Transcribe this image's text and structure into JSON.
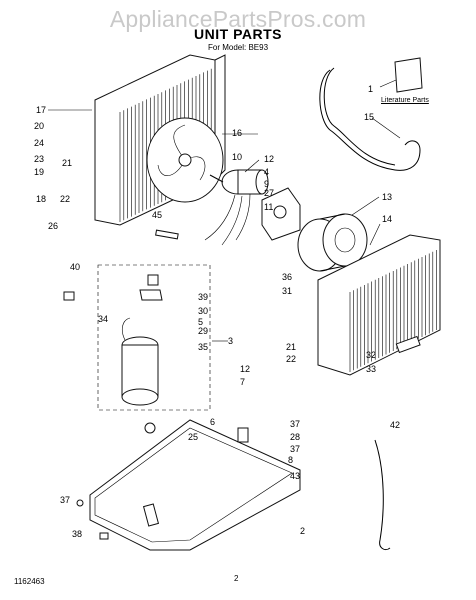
{
  "header": {
    "watermark": "AppliancePartsPros.com",
    "title": "UNIT PARTS",
    "model": "For Model: BE93"
  },
  "literature_label": "Literature Parts",
  "footer": {
    "doc_number": "1162463",
    "page_number": "2"
  },
  "callouts": [
    "17",
    "20",
    "24",
    "23",
    "19",
    "21",
    "22",
    "18",
    "26",
    "16",
    "10",
    "12",
    "4",
    "9",
    "27",
    "11",
    "45",
    "13",
    "14",
    "1",
    "15",
    "40",
    "39",
    "30",
    "5",
    "29",
    "34",
    "35",
    "3",
    "12",
    "7",
    "36",
    "31",
    "21",
    "22",
    "32",
    "33",
    "6",
    "25",
    "37",
    "28",
    "37",
    "8",
    "43",
    "42",
    "37",
    "38",
    "2"
  ]
}
